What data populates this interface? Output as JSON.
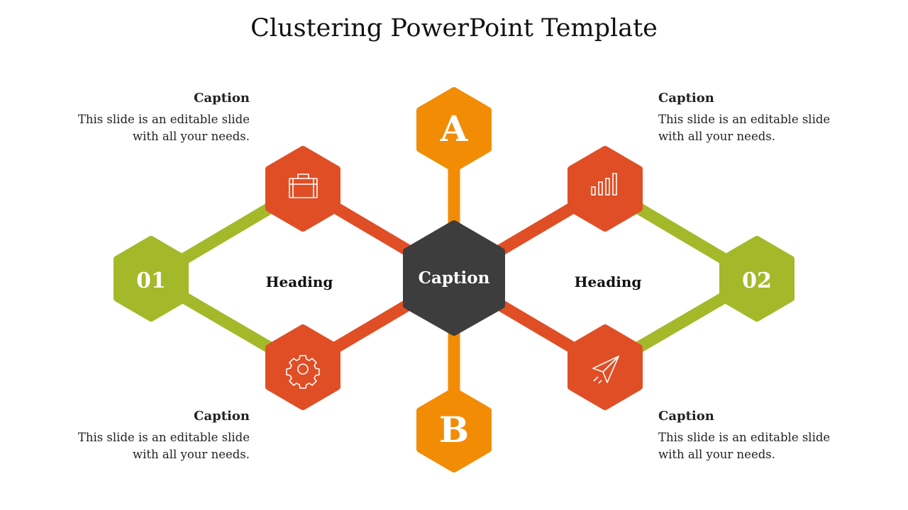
{
  "title": "Clustering PowerPoint Template",
  "colors": {
    "orange": "#F28C05",
    "red_orange": "#E04E26",
    "green": "#A3B92A",
    "dark": "#3D3D3D"
  },
  "center": {
    "label": "Caption"
  },
  "top_node": {
    "label": "A"
  },
  "bottom_node": {
    "label": "B"
  },
  "left_node": {
    "label": "01"
  },
  "right_node": {
    "label": "02"
  },
  "left_heading": "Heading",
  "right_heading": "Heading",
  "icons": {
    "top_left": "briefcase-icon",
    "bottom_left": "gear-icon",
    "top_right": "bar-chart-icon",
    "bottom_right": "paper-plane-icon"
  },
  "captions": {
    "top_left": {
      "title": "Caption",
      "line1": "This slide is an editable slide",
      "line2": "with all your needs."
    },
    "bottom_left": {
      "title": "Caption",
      "line1": "This slide is an editable slide",
      "line2": "with all your needs."
    },
    "top_right": {
      "title": "Caption",
      "line1": "This slide is an editable slide",
      "line2": "with all your needs."
    },
    "bottom_right": {
      "title": "Caption",
      "line1": "This slide is an editable slide",
      "line2": "with all your needs."
    }
  }
}
